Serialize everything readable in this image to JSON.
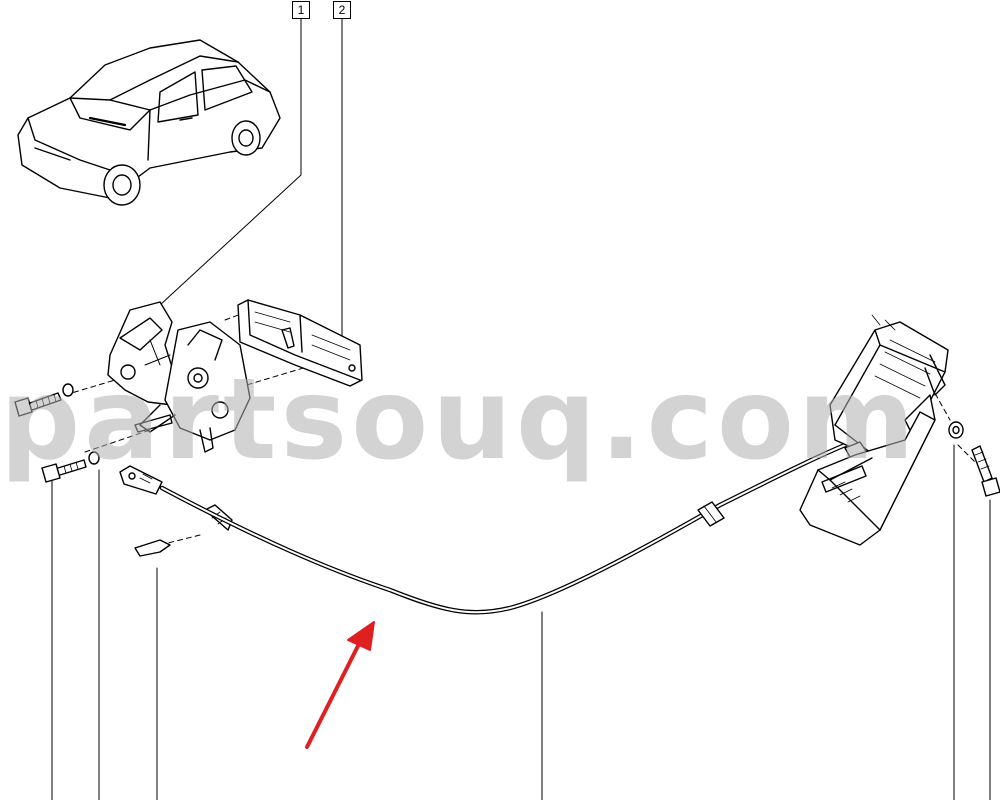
{
  "diagram": {
    "callouts": [
      {
        "id": "1",
        "label": "1"
      },
      {
        "id": "2",
        "label": "2"
      }
    ],
    "watermark": "partsouq.com",
    "colors": {
      "line": "#000000",
      "arrow": "#e02020",
      "watermark": "#afafaf"
    },
    "parts": [
      {
        "name": "hood-lock-assembly",
        "callout": "1"
      },
      {
        "name": "lock-striker-plate",
        "callout": "2"
      },
      {
        "name": "hood-release-cable"
      },
      {
        "name": "release-handle-bracket"
      },
      {
        "name": "bolts-and-washers"
      }
    ]
  }
}
